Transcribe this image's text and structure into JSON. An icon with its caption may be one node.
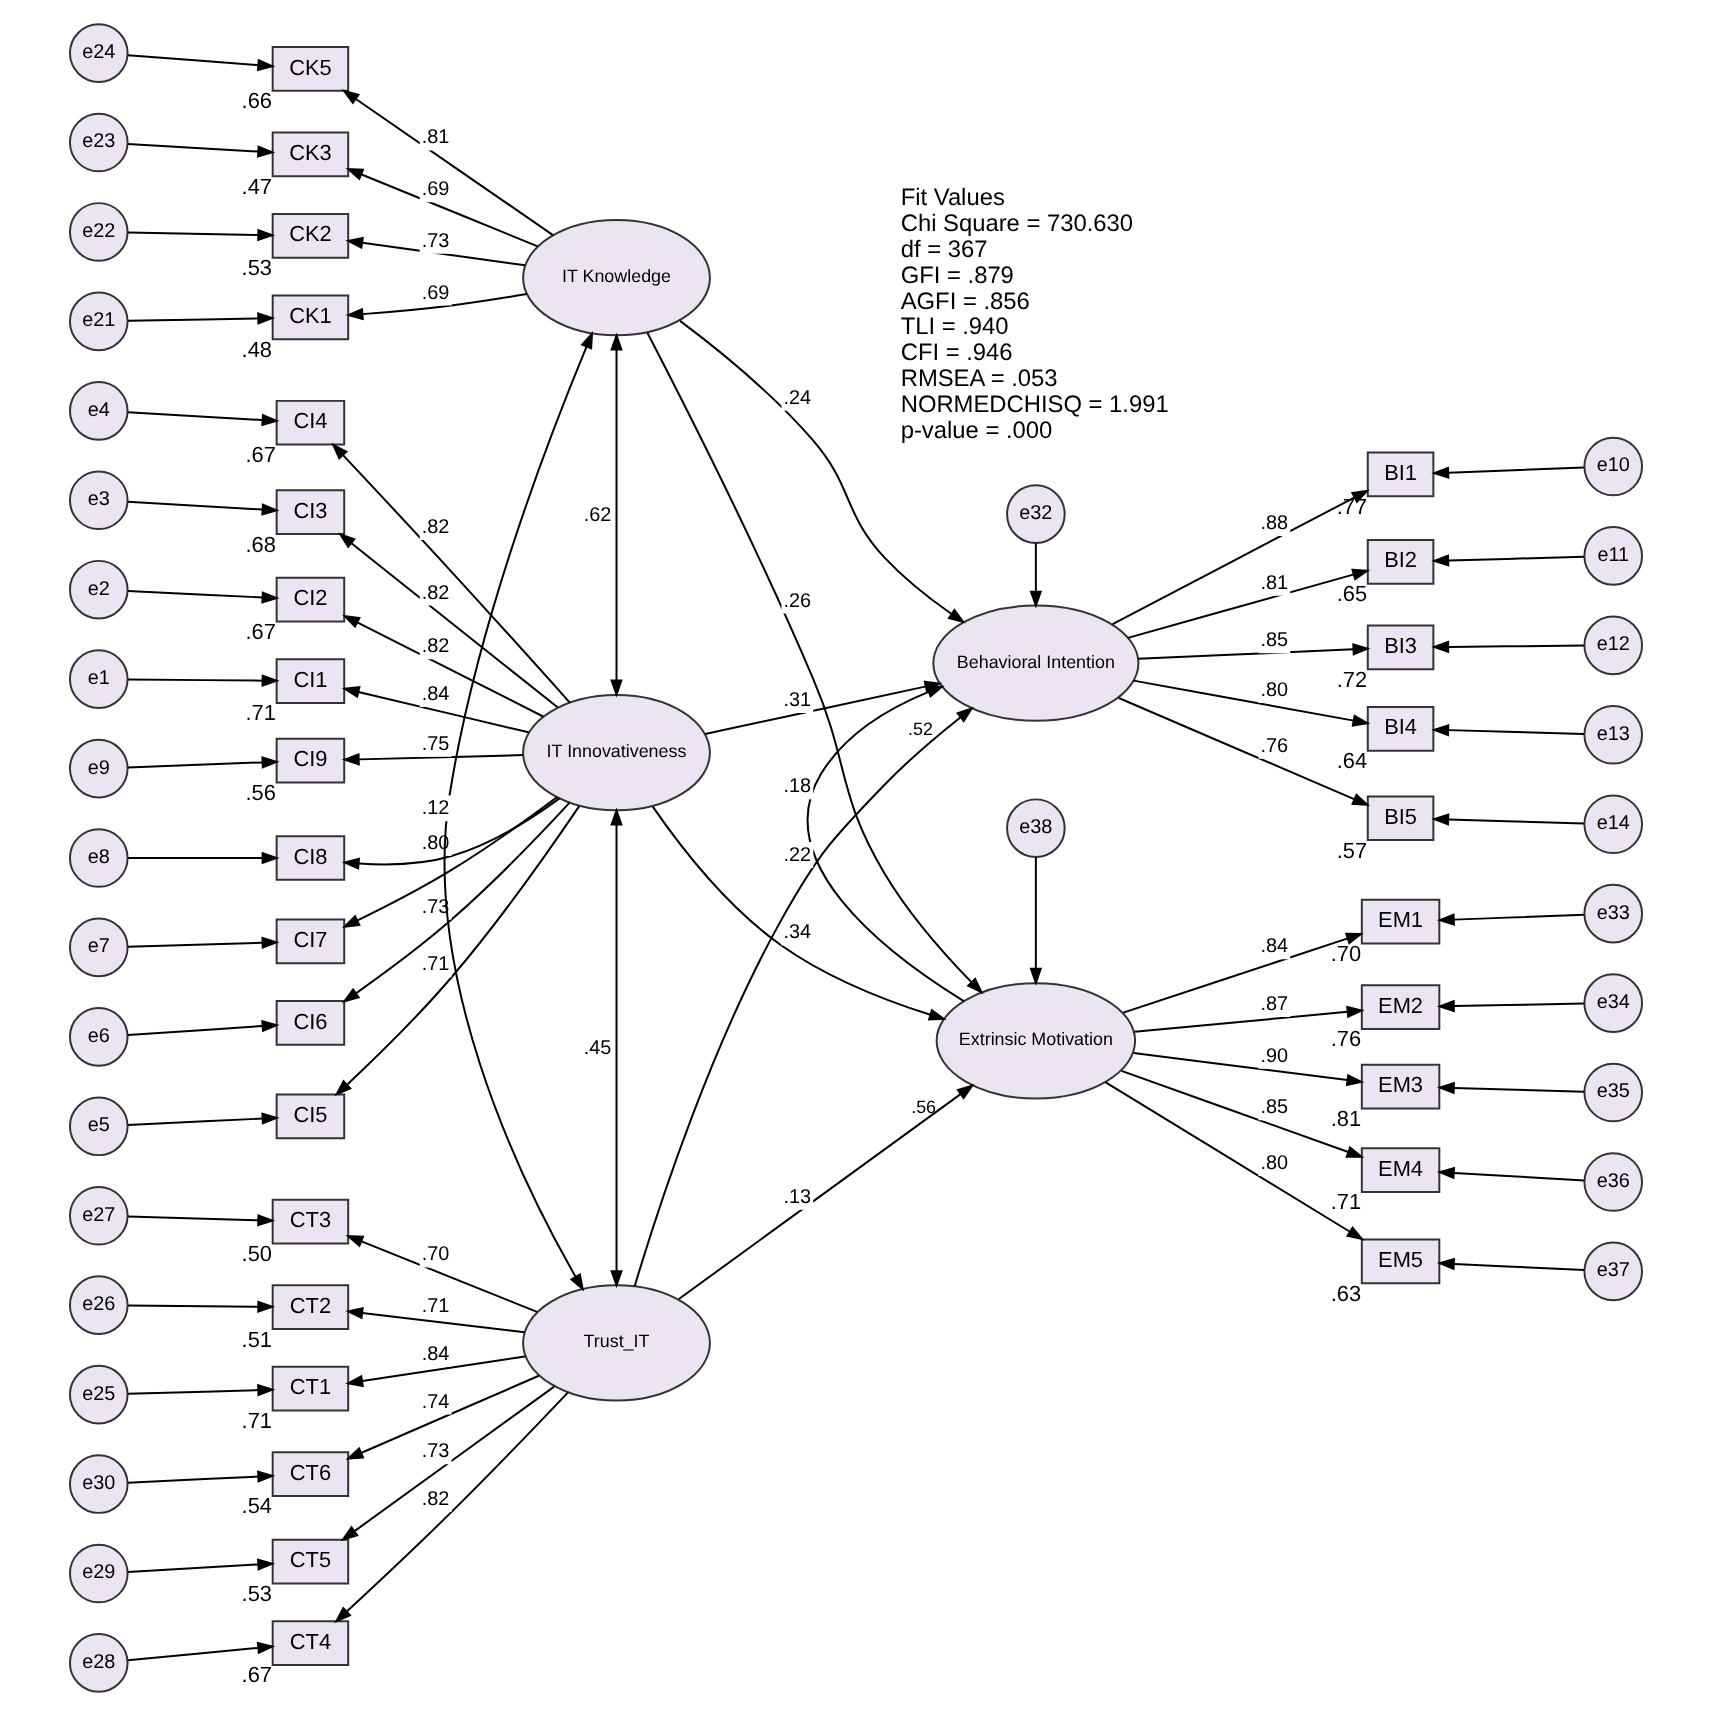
{
  "diagram": {
    "nodes": [
      {
        "text": [
          "e9"
        ]
      },
      {
        "text": [
          "e8"
        ]
      },
      {
        "text": [
          "e7"
        ]
      },
      {
        "text": [
          "e6"
        ]
      },
      {
        "text": [
          "e5"
        ]
      },
      {
        "text": [
          "e4"
        ]
      },
      {
        "text": [
          "e3"
        ]
      },
      {
        "text": [
          "e2"
        ]
      },
      {
        "text": [
          "e1"
        ]
      },
      {
        "text": [
          "CI9"
        ],
        "beside": [
          ".56"
        ]
      },
      {
        "text": [
          "CI8"
        ]
      },
      {
        "text": [
          "CI7"
        ]
      },
      {
        "text": [
          "CI6"
        ]
      },
      {
        "text": [
          "CI5"
        ]
      },
      {
        "text": [
          "CI4"
        ],
        "beside": [
          ".67"
        ]
      },
      {
        "text": [
          "CI3"
        ],
        "beside": [
          ".68"
        ]
      },
      {
        "text": [
          "CI2"
        ],
        "beside": [
          ".67"
        ]
      },
      {
        "text": [
          "CI1"
        ],
        "beside": [
          ".71"
        ]
      },
      {
        "text": [
          "IT Innovativeness"
        ]
      },
      {
        "text": [
          "e38"
        ]
      },
      {
        "text": [
          "Extrinsic Motivation"
        ],
        "beside": [
          ".56"
        ]
      },
      {
        "text": [
          "EM1"
        ],
        "beside": [
          ".70"
        ]
      },
      {
        "text": [
          "EM2"
        ],
        "beside": [
          ".76"
        ]
      },
      {
        "text": [
          "EM3"
        ],
        "beside": [
          ".81"
        ]
      },
      {
        "text": [
          "EM4"
        ],
        "beside": [
          ".71"
        ]
      },
      {
        "text": [
          "EM5"
        ],
        "beside": [
          ".63"
        ]
      },
      {
        "text": [
          "e33"
        ]
      },
      {
        "text": [
          "e34"
        ]
      },
      {
        "text": [
          "e35"
        ]
      },
      {
        "text": [
          "e36"
        ]
      },
      {
        "text": [
          "e37"
        ]
      },
      {
        "text": [
          "e24"
        ]
      },
      {
        "text": [
          "e23"
        ]
      },
      {
        "text": [
          "e22"
        ]
      },
      {
        "text": [
          "e21"
        ]
      },
      {
        "text": [
          "CK5"
        ],
        "beside": [
          ".66"
        ]
      },
      {
        "text": [
          "CK3"
        ],
        "beside": [
          ".47"
        ]
      },
      {
        "text": [
          "CK2"
        ],
        "beside": [
          ".53"
        ]
      },
      {
        "text": [
          "CK1"
        ],
        "beside": [
          ".48"
        ]
      },
      {
        "text": [
          "IT Knowledge"
        ]
      },
      {
        "text": [
          "Behavioral Intention"
        ],
        "beside": [
          ".52"
        ]
      },
      {
        "text": [
          "BI1"
        ],
        "beside": [
          ".77"
        ]
      },
      {
        "text": [
          "BI2"
        ],
        "beside": [
          ".65"
        ]
      },
      {
        "text": [
          "BI3"
        ],
        "beside": [
          ".72"
        ]
      },
      {
        "text": [
          "BI4"
        ],
        "beside": [
          ".64"
        ]
      },
      {
        "text": [
          "BI5"
        ],
        "beside": [
          ".57"
        ]
      },
      {
        "text": [
          "e10"
        ]
      },
      {
        "text": [
          "e11"
        ]
      },
      {
        "text": [
          "e12"
        ]
      },
      {
        "text": [
          "e13"
        ]
      },
      {
        "text": [
          "e14"
        ]
      },
      {
        "text": [
          "e30"
        ]
      },
      {
        "text": [
          "e29"
        ]
      },
      {
        "text": [
          "e28"
        ]
      },
      {
        "text": [
          "e27"
        ]
      },
      {
        "text": [
          "e26"
        ]
      },
      {
        "text": [
          "e25"
        ]
      },
      {
        "text": [
          "CT6"
        ],
        "beside": [
          ".54"
        ]
      },
      {
        "text": [
          "CT5"
        ],
        "beside": [
          ".53"
        ]
      },
      {
        "text": [
          "CT4"
        ],
        "beside": [
          ".67"
        ]
      },
      {
        "text": [
          "CT3"
        ],
        "beside": [
          ".50"
        ]
      },
      {
        "text": [
          "CT2"
        ],
        "beside": [
          ".51"
        ]
      },
      {
        "text": [
          "CT1"
        ],
        "beside": [
          ".71"
        ]
      },
      {
        "text": [
          "Trust_IT"
        ]
      },
      {
        "text": [
          "e32"
        ]
      }
    ],
    "edges": [
      {
        "from": 0,
        "to": 9,
        "arrow": "to"
      },
      {
        "from": 1,
        "to": 10,
        "arrow": "to"
      },
      {
        "from": 2,
        "to": 11,
        "arrow": "to"
      },
      {
        "from": 3,
        "to": 12,
        "arrow": "to"
      },
      {
        "from": 4,
        "to": 13,
        "arrow": "to"
      },
      {
        "from": 5,
        "to": 14,
        "arrow": "to"
      },
      {
        "from": 6,
        "to": 15,
        "arrow": "to"
      },
      {
        "from": 7,
        "to": 16,
        "arrow": "to"
      },
      {
        "from": 8,
        "to": 17,
        "arrow": "to"
      },
      {
        "from": 18,
        "to": 9,
        "arrow": "to",
        "label": ".75"
      },
      {
        "from": 18,
        "to": 10,
        "arrow": "to",
        "label": ".80"
      },
      {
        "from": 18,
        "to": 11,
        "arrow": "to"
      },
      {
        "from": 18,
        "to": 12,
        "arrow": "to",
        "label": ".73"
      },
      {
        "from": 18,
        "to": 13,
        "arrow": "to",
        "label": ".71"
      },
      {
        "from": 18,
        "to": 14,
        "arrow": "to",
        "label": ".82"
      },
      {
        "from": 18,
        "to": 15,
        "arrow": "to",
        "label": ".82"
      },
      {
        "from": 18,
        "to": 16,
        "arrow": "to",
        "label": ".82"
      },
      {
        "from": 18,
        "to": 17,
        "arrow": "to",
        "label": ".84"
      },
      {
        "from": 19,
        "to": 20,
        "arrow": "to"
      },
      {
        "from": 20,
        "to": 21,
        "arrow": "to",
        "label": ".84"
      },
      {
        "from": 20,
        "to": 22,
        "arrow": "to",
        "label": ".87"
      },
      {
        "from": 20,
        "to": 23,
        "arrow": "to",
        "label": ".90"
      },
      {
        "from": 20,
        "to": 24,
        "arrow": "to",
        "label": ".85"
      },
      {
        "from": 20,
        "to": 25,
        "arrow": "to",
        "label": ".80"
      },
      {
        "from": 26,
        "to": 21,
        "arrow": "to"
      },
      {
        "from": 27,
        "to": 22,
        "arrow": "to"
      },
      {
        "from": 28,
        "to": 23,
        "arrow": "to"
      },
      {
        "from": 29,
        "to": 24,
        "arrow": "to"
      },
      {
        "from": 30,
        "to": 25,
        "arrow": "to"
      },
      {
        "from": 31,
        "to": 35,
        "arrow": "to"
      },
      {
        "from": 32,
        "to": 36,
        "arrow": "to"
      },
      {
        "from": 33,
        "to": 37,
        "arrow": "to"
      },
      {
        "from": 34,
        "to": 38,
        "arrow": "to"
      },
      {
        "from": 39,
        "to": 35,
        "arrow": "to",
        "label": ".81"
      },
      {
        "from": 39,
        "to": 36,
        "arrow": "to",
        "label": ".69"
      },
      {
        "from": 39,
        "to": 37,
        "arrow": "to",
        "label": ".73"
      },
      {
        "from": 39,
        "to": 38,
        "arrow": "to",
        "label": ".69"
      },
      {
        "from": 40,
        "to": 41,
        "arrow": "to",
        "label": ".88"
      },
      {
        "from": 40,
        "to": 42,
        "arrow": "to",
        "label": ".81"
      },
      {
        "from": 40,
        "to": 43,
        "arrow": "to",
        "label": ".85"
      },
      {
        "from": 40,
        "to": 44,
        "arrow": "to",
        "label": ".80"
      },
      {
        "from": 40,
        "to": 45,
        "arrow": "to",
        "label": ".76"
      },
      {
        "from": 46,
        "to": 41,
        "arrow": "to"
      },
      {
        "from": 47,
        "to": 42,
        "arrow": "to"
      },
      {
        "from": 48,
        "to": 43,
        "arrow": "to"
      },
      {
        "from": 49,
        "to": 44,
        "arrow": "to"
      },
      {
        "from": 50,
        "to": 45,
        "arrow": "to"
      },
      {
        "from": 51,
        "to": 57,
        "arrow": "to"
      },
      {
        "from": 52,
        "to": 58,
        "arrow": "to"
      },
      {
        "from": 53,
        "to": 59,
        "arrow": "to"
      },
      {
        "from": 54,
        "to": 60,
        "arrow": "to"
      },
      {
        "from": 55,
        "to": 61,
        "arrow": "to"
      },
      {
        "from": 56,
        "to": 62,
        "arrow": "to"
      },
      {
        "from": 63,
        "to": 57,
        "arrow": "to",
        "label": ".74"
      },
      {
        "from": 63,
        "to": 58,
        "arrow": "to",
        "label": ".73"
      },
      {
        "from": 63,
        "to": 59,
        "arrow": "to",
        "label": ".82"
      },
      {
        "from": 63,
        "to": 60,
        "arrow": "to",
        "label": ".70"
      },
      {
        "from": 63,
        "to": 61,
        "arrow": "to",
        "label": ".71"
      },
      {
        "from": 63,
        "to": 62,
        "arrow": "to",
        "label": ".84"
      },
      {
        "from": 64,
        "to": 40,
        "arrow": "to"
      },
      {
        "from": 18,
        "to": 20,
        "arrow": "to",
        "label": ".34"
      },
      {
        "from": 18,
        "to": 40,
        "arrow": "to",
        "label": ".31"
      },
      {
        "from": 39,
        "to": 20,
        "arrow": "to",
        "label": ".26"
      },
      {
        "from": 63,
        "to": 20,
        "arrow": "to",
        "label": ".13"
      },
      {
        "from": 39,
        "to": 40,
        "arrow": "to",
        "label": ".24"
      },
      {
        "from": 63,
        "to": 40,
        "arrow": "to",
        "label": ".22"
      },
      {
        "from": 20,
        "to": 40,
        "arrow": "to",
        "label": ".18"
      },
      {
        "from": 18,
        "to": 39,
        "arrow": "both",
        "label": ".62"
      },
      {
        "from": 18,
        "to": 63,
        "arrow": "both",
        "label": ".45"
      },
      {
        "from": 39,
        "to": 63,
        "arrow": "both",
        "label": ".12"
      }
    ],
    "labels": [
      "Fit Values",
      "Chi Square = 730.630",
      "df = 367",
      "GFI = .879",
      "AGFI = .856",
      "TLI = .940",
      "CFI = .946",
      "RMSEA = .053",
      "NORMEDCHISQ = 1.991",
      "p-value = .000"
    ]
  }
}
